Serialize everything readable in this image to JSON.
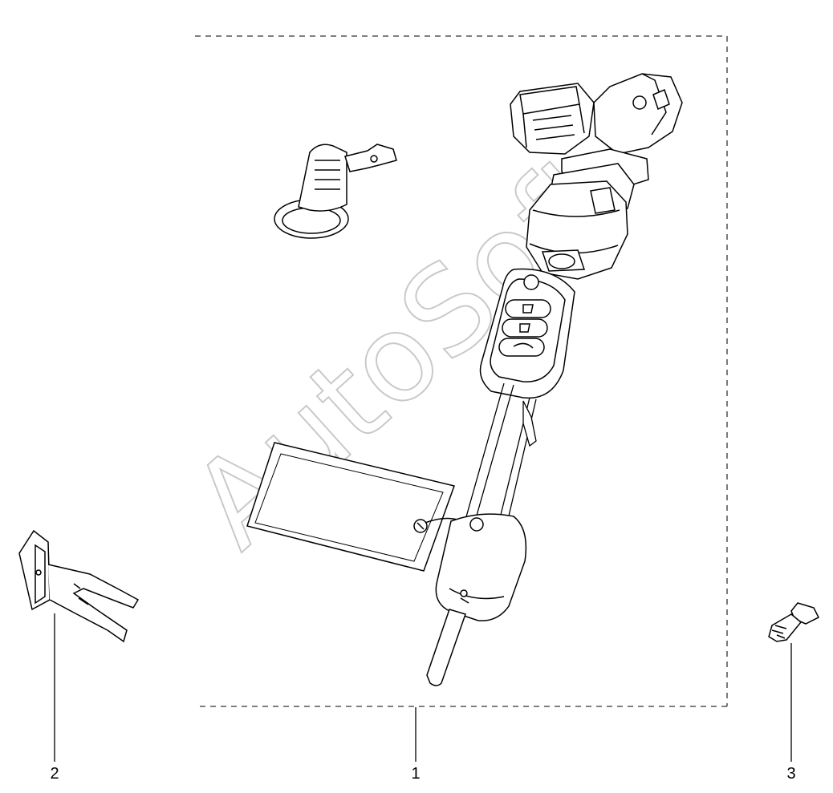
{
  "diagram": {
    "callouts": [
      {
        "number": "1",
        "part": "ignition-lock-set"
      },
      {
        "number": "2",
        "part": "bracket"
      },
      {
        "number": "3",
        "part": "screw"
      }
    ],
    "watermark": "AutoSoft"
  }
}
